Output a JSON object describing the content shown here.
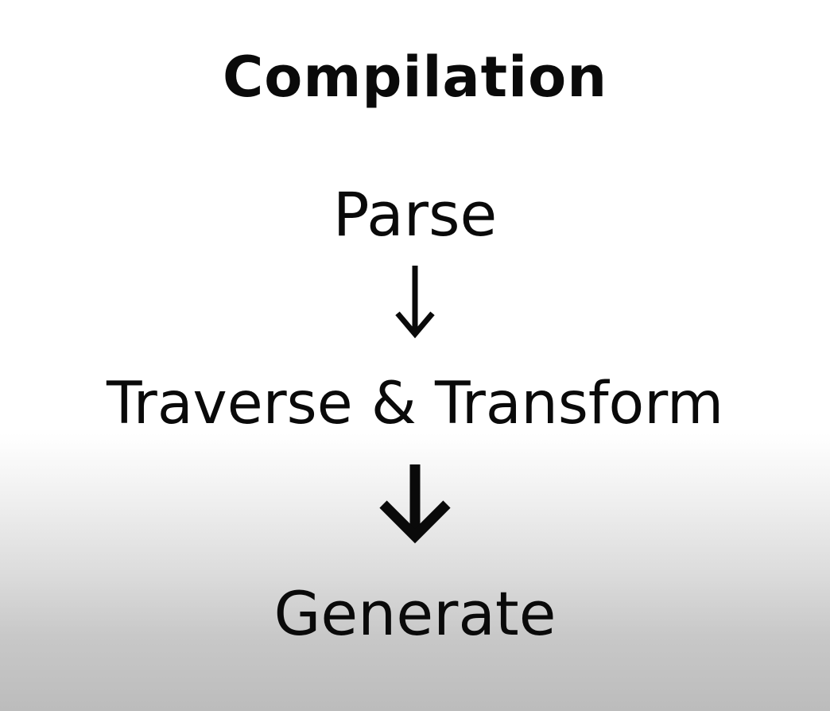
{
  "diagram": {
    "title": "Compilation",
    "steps": [
      {
        "label": "Parse"
      },
      {
        "label": "Traverse & Transform"
      },
      {
        "label": "Generate"
      }
    ],
    "arrows": [
      {
        "icon": "arrow-down-icon",
        "style": "thin"
      },
      {
        "icon": "arrow-down-icon",
        "style": "bold"
      }
    ]
  },
  "colors": {
    "text": "#0a0a0a",
    "background_top": "#ffffff",
    "background_bottom": "#bcbcbc"
  }
}
